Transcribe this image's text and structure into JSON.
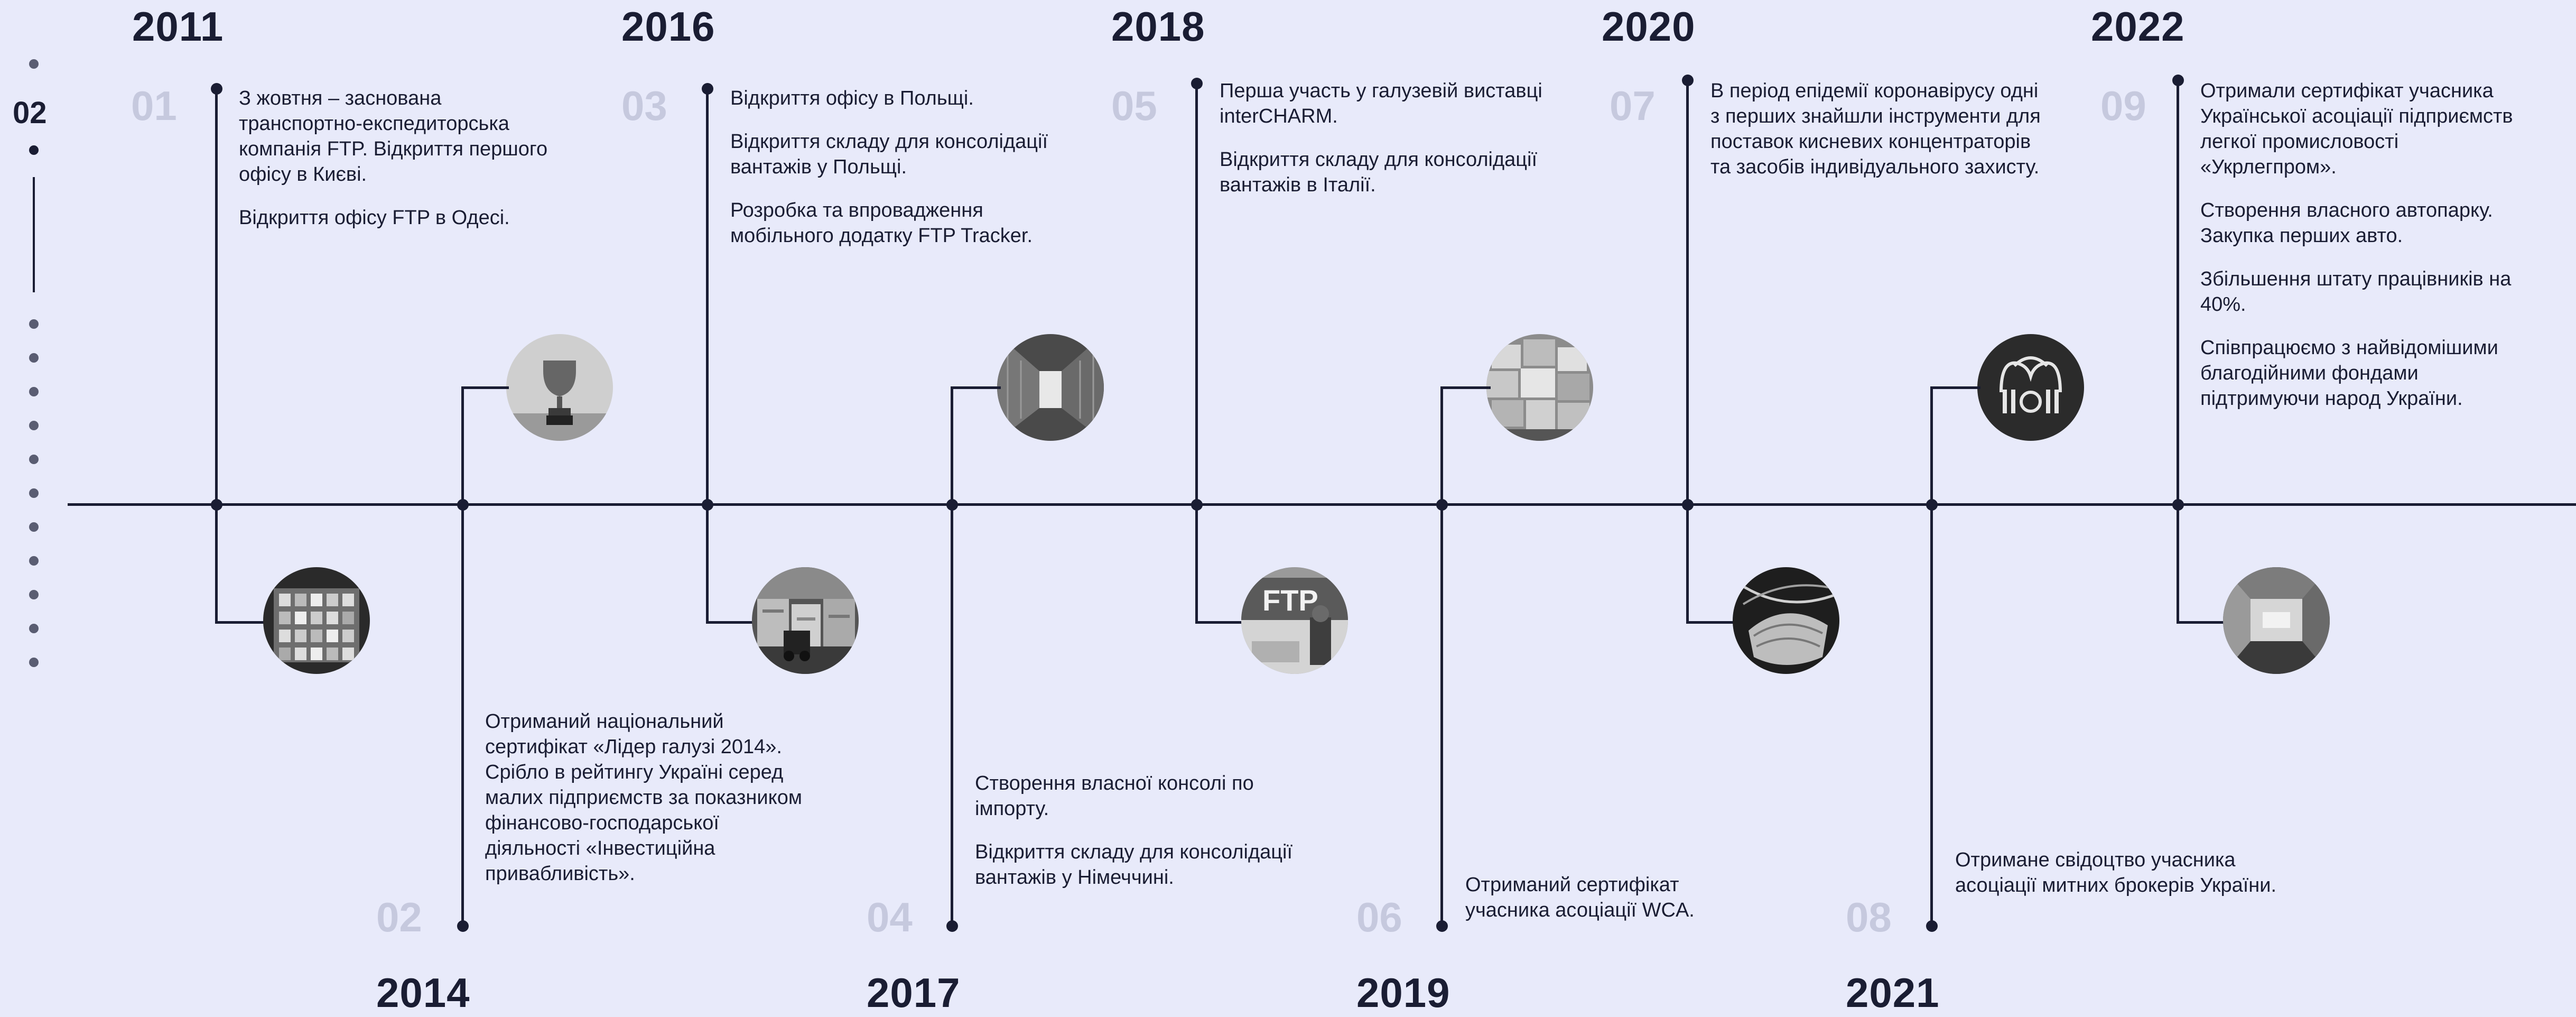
{
  "pager": {
    "current": "02"
  },
  "timeline": {
    "years": {
      "y2011": "2011",
      "y2014": "2014",
      "y2016": "2016",
      "y2017": "2017",
      "y2018": "2018",
      "y2019": "2019",
      "y2020": "2020",
      "y2021": "2021",
      "y2022": "2022"
    },
    "items": [
      {
        "num": "01",
        "texts": [
          "З жовтня – заснована транспортно-експедиторська компанія FTP. Відкриття першого офісу в Києві.",
          "Відкриття офісу FTP в Одесі."
        ]
      },
      {
        "num": "02",
        "texts": [
          "Отриманий національний сертифікат «Лідер галузі 2014». Срібло в рейтингу Україні серед малих підприємств за показником фінансово-господарської діяльності «Інвестиційна привабливість»."
        ]
      },
      {
        "num": "03",
        "texts": [
          "Відкриття офісу в Польщі.",
          "Відкриття складу для консолідації вантажів у Польщі.",
          "Розробка та впровадження мобільного додатку FTP Tracker."
        ]
      },
      {
        "num": "04",
        "texts": [
          "Створення власної консолі по імпорту.",
          "Відкриття складу для консолідації вантажів у Німеччині."
        ]
      },
      {
        "num": "05",
        "texts": [
          "Перша участь у галузевій виставці interCHARM.",
          "Відкриття складу для консолідації вантажів в Італії."
        ]
      },
      {
        "num": "06",
        "texts": [
          "Отриманий сертифікат учасника асоціації WCA."
        ]
      },
      {
        "num": "07",
        "texts": [
          "В період епідемії коронавірусу одні з перших знайшли інструменти для поставок кисневих концентраторів та засобів індивідуального захисту."
        ]
      },
      {
        "num": "08",
        "texts": [
          "Отримане свідоцтво учасника асоціації митних брокерів України."
        ]
      },
      {
        "num": "09",
        "texts": [
          "Отримали сертифікат учасника Української асоціації підприємств легкої промисловості «Укрлегпром».",
          "Створення власного автопарку. Закупка перших авто.",
          "Збільшення штату працівників на 40%.",
          "Співпрацюємо з найвідомішими благодійними фондами підтримуючи народ України."
        ]
      }
    ],
    "photo_labels": {
      "p05": "FTP"
    }
  }
}
